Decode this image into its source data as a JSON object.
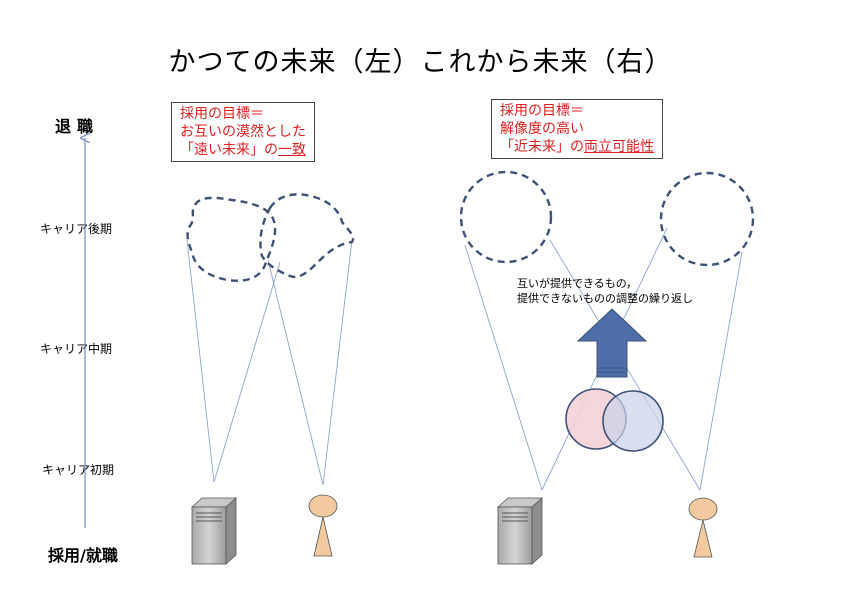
{
  "title": "かつての未来（左）これから未来（右）",
  "axis": {
    "top": "退職",
    "late": "キャリア後期",
    "mid": "キャリア中期",
    "early": "キャリア初期",
    "bottom": "採用/就職"
  },
  "left_goal": {
    "line1": "採用の目標＝",
    "line2": "お互いの漠然とした",
    "line3_pre": "「遠い未来」の",
    "line3_underlined": "一致"
  },
  "right_goal": {
    "line1": "採用の目標＝",
    "line2": "解像度の高い",
    "line3_pre": "「近未来」の",
    "line3_underlined": "両立可能性"
  },
  "right_note": {
    "line1": "互いが提供できるもの，",
    "line2": "提供できないものの調整の繰り返し"
  },
  "colors": {
    "goal_text": "#e02020",
    "dashed": "#3e5278",
    "lines": "#8fa3cc",
    "arrow": "#4f6da8",
    "person": "#f3caa0",
    "circle_pink": "#f3d0d5",
    "circle_blue": "#c9d1ea"
  }
}
